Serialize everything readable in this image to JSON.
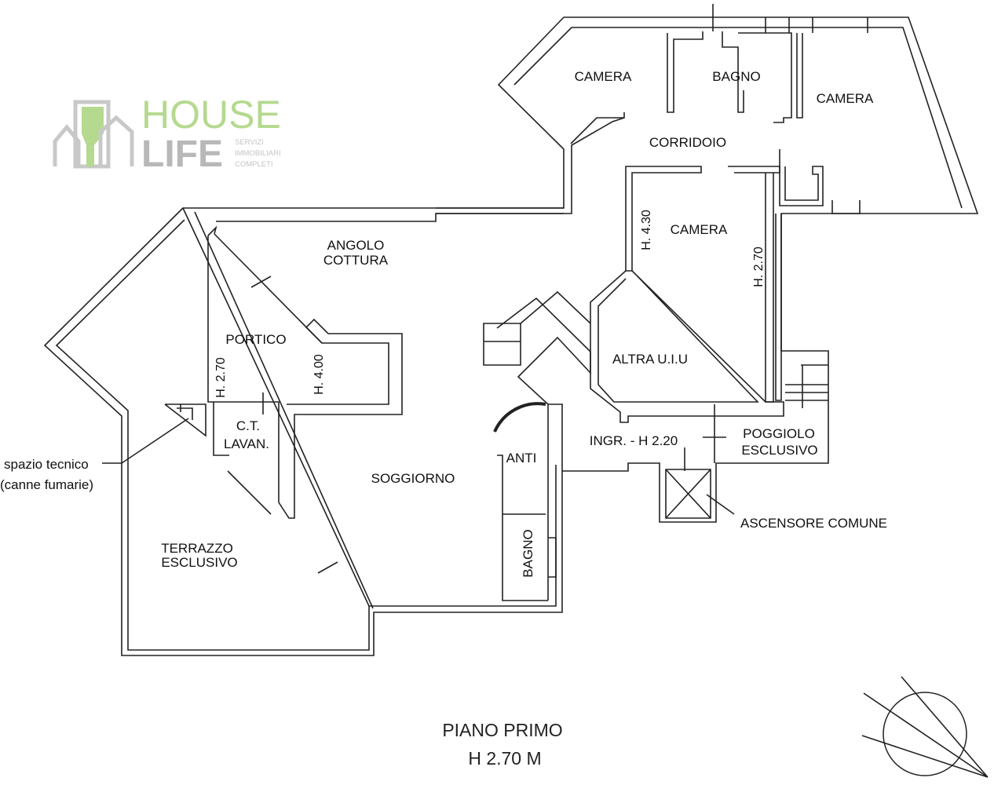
{
  "logo": {
    "line1": "HOUSE",
    "line2": "LIFE",
    "tagline": [
      "SERVIZI",
      "IMMOBILIARI",
      "COMPLETI"
    ],
    "colors": {
      "green": "#b5d98f",
      "gray": "#b8b8b8"
    }
  },
  "rooms": {
    "camera_1": "CAMERA",
    "bagno_1": "BAGNO",
    "camera_2": "CAMERA",
    "corridoio": "CORRIDOIO",
    "camera_3": "CAMERA",
    "angolo_cottura_1": "ANGOLO",
    "angolo_cottura_2": "COTTURA",
    "portico": "PORTICO",
    "altra_uiu": "ALTRA U.I.U",
    "ct_1": "C.T.",
    "ct_2": "LAVAN.",
    "soggiorno": "SOGGIORNO",
    "anti": "ANTI",
    "ingresso": "INGR. - H 2.20",
    "poggiolo_1": "POGGIOLO",
    "poggiolo_2": "ESCLUSIVO",
    "bagno_2": "BAGNO",
    "terrazzo_1": "TERRAZZO",
    "terrazzo_2": "ESCLUSIVO"
  },
  "heights": {
    "camera": "H. 4.30",
    "camera_right": "H. 2.70",
    "portico_left": "H. 2.70",
    "portico_right": "H. 4.00"
  },
  "annotations": {
    "spazio_1": "spazio tecnico",
    "spazio_2": "(canne fumarie)",
    "ascensore": "ASCENSORE COMUNE"
  },
  "title": {
    "line1": "PIANO PRIMO",
    "line2": "H 2.70 M"
  }
}
